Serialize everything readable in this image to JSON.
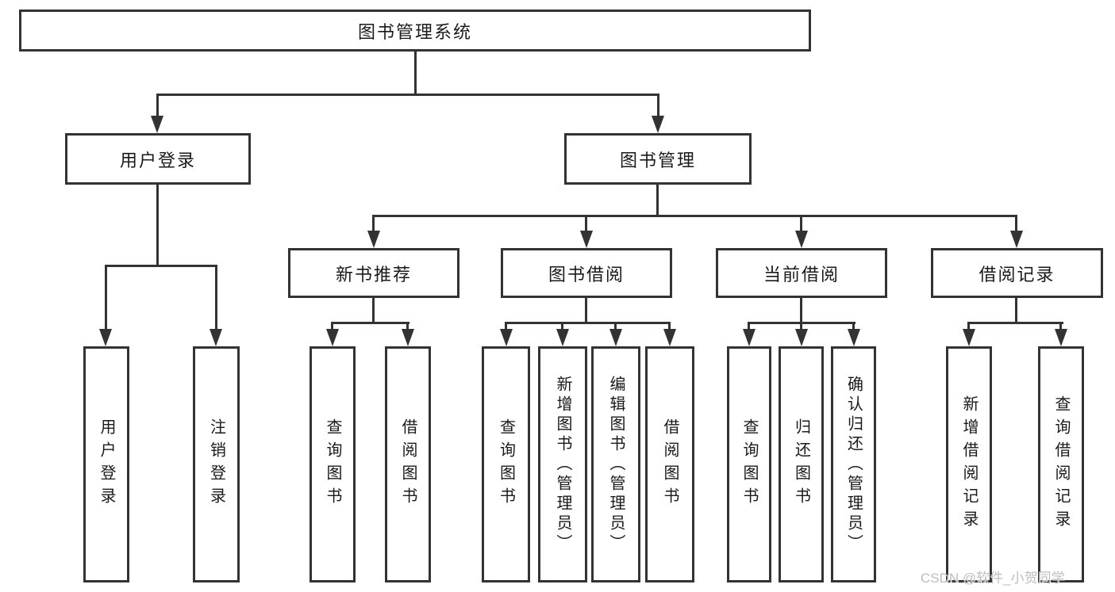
{
  "diagram": {
    "title": "图书管理系统",
    "level1": {
      "user_login": "用户登录",
      "book_mgmt": "图书管理"
    },
    "level2": {
      "new_books": "新书推荐",
      "book_borrow": "图书借阅",
      "current_borrow": "当前借阅",
      "borrow_records": "借阅记录"
    },
    "leaves": {
      "user_login": [
        "用户登录",
        "注销登录"
      ],
      "new_books": [
        "查询图书",
        "借阅图书"
      ],
      "book_borrow": [
        "查询图书",
        "新增图书（管理员）",
        "编辑图书（管理员）",
        "借阅图书"
      ],
      "current_borrow": [
        "查询图书",
        "归还图书",
        "确认归还（管理员）"
      ],
      "borrow_records": [
        "新增借阅记录",
        "查询借阅记录"
      ]
    },
    "watermark": "CSDN @软件_小贺同学",
    "colors": {
      "line": "#333333",
      "text": "#1a1a1a",
      "background": "#ffffff",
      "watermark": "#b9b9b9"
    }
  }
}
